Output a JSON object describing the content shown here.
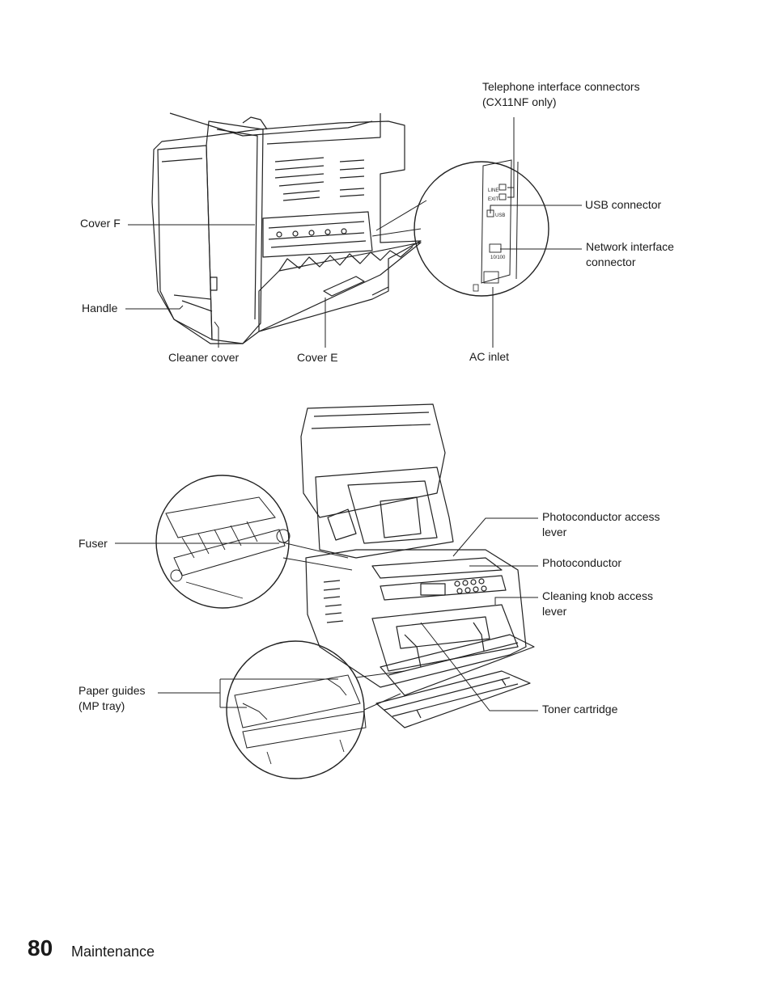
{
  "figure_top": {
    "labels": {
      "telephone_connectors_line1": "Telephone interface connectors",
      "telephone_connectors_line2": "(CX11NF only)",
      "usb_connector": "USB connector",
      "network_connector_line1": "Network interface",
      "network_connector_line2": "connector",
      "cover_f": "Cover F",
      "handle": "Handle",
      "cleaner_cover": "Cleaner cover",
      "cover_e": "Cover E",
      "ac_inlet": "AC inlet"
    },
    "port_markings": {
      "line": "LINE",
      "exit": "EXIT",
      "usb": "USB",
      "network": "10/100"
    }
  },
  "figure_bottom": {
    "labels": {
      "fuser": "Fuser",
      "photoconductor_lever_line1": "Photoconductor access",
      "photoconductor_lever_line2": "lever",
      "photoconductor": "Photoconductor",
      "cleaning_knob_line1": "Cleaning knob access",
      "cleaning_knob_line2": "lever",
      "paper_guides_line1": "Paper guides",
      "paper_guides_line2": "(MP tray)",
      "toner_cartridge": "Toner cartridge"
    }
  },
  "footer": {
    "page_number": "80",
    "section_title": "Maintenance"
  }
}
